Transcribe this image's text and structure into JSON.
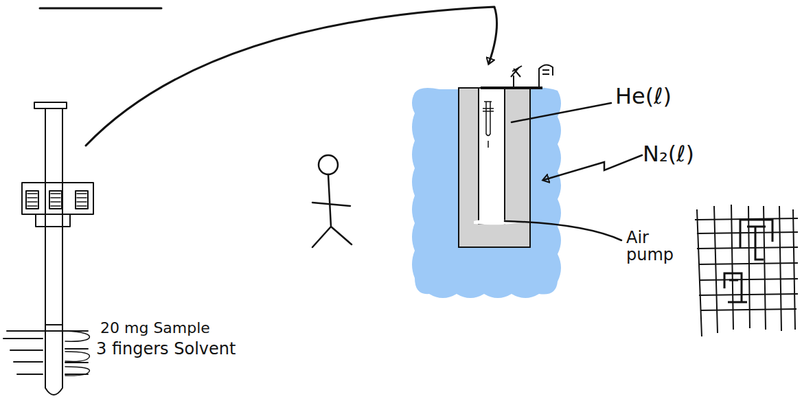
{
  "diagram": {
    "labels": [
      "He(ℓ)",
      "N₂(ℓ)",
      "Air pump",
      "20 mg Sample",
      "3 fingers Solvent"
    ]
  }
}
